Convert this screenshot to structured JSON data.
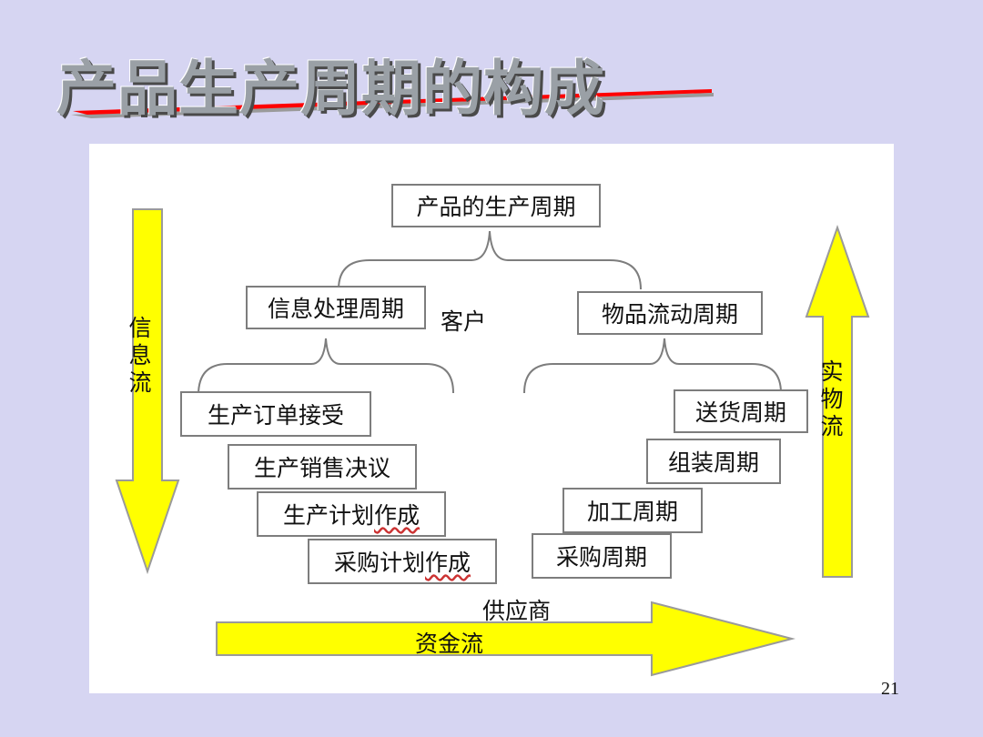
{
  "slide": {
    "title": "产品生产周期的构成",
    "page_number": "21"
  },
  "colors": {
    "background": "#d6d5f2",
    "arrow_fill": "#ffff00",
    "arrow_stroke": "#9a9a9a",
    "title_underline": "#ff0000"
  },
  "diagram": {
    "root": "产品的生产周期",
    "info_cycle": "信息处理周期",
    "material_cycle": "物品流动周期",
    "customer": "客户",
    "supplier": "供应商",
    "info_steps": [
      "生产订单接受",
      "生产销售决议",
      "生产计划作成",
      "采购计划作成"
    ],
    "material_steps": [
      "送货周期",
      "组装周期",
      "加工周期",
      "采购周期"
    ],
    "info_flow": "信息流",
    "material_flow": "实物流",
    "money_flow": "资金流"
  }
}
